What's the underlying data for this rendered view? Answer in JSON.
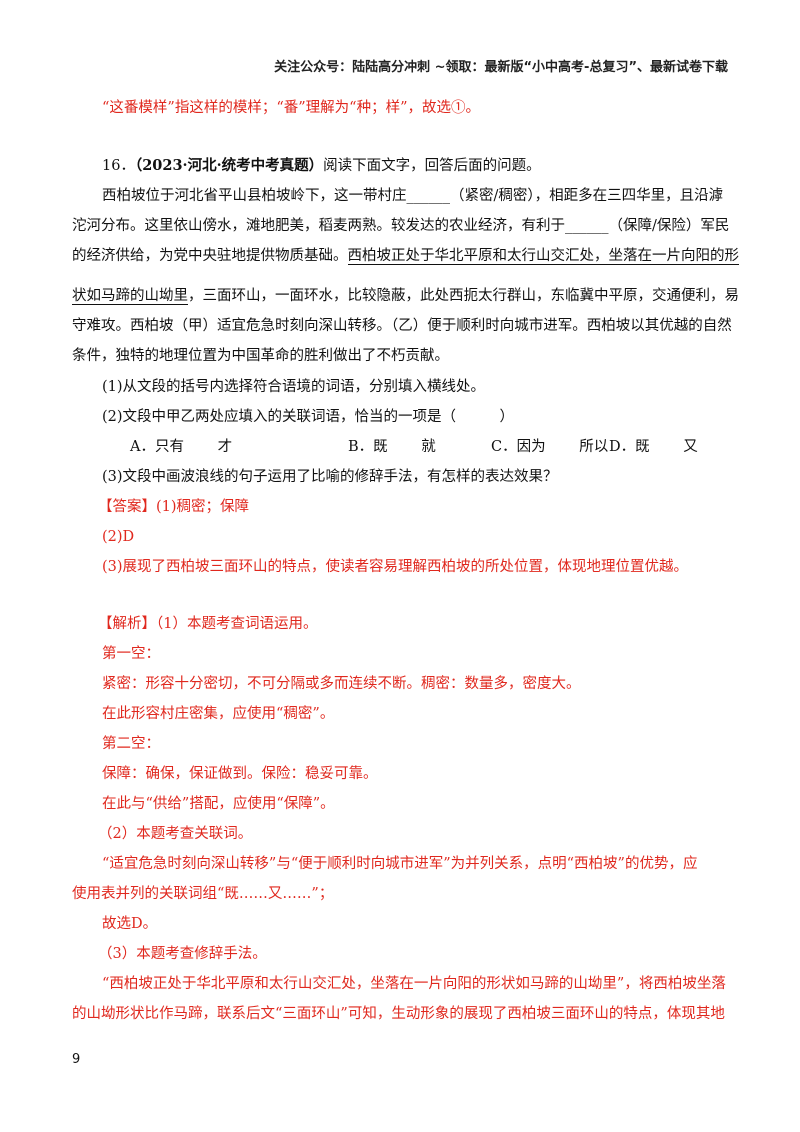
{
  "header": "关注公众号：陆陆高分冲刺 ~领取：最新版“小中高考-总复习”、最新试卷下载",
  "prev_answer": "“这番模样”指这样的模样；“番”理解为“种；样”，故选①。",
  "question": {
    "number": "16．",
    "source": "（2023·河北·统考中考真题）",
    "intro": "阅读下面文字，回答后面的问题。",
    "passage": [
      "西柏坡位于河北省平山县柏坡岭下，这一带村庄______（紧密/稠密），相距多在三四华里，且沿滹",
      "沱河分布。这里依山傍水，滩地肥美，稻麦两熟。较发达的农业经济，有利于______（保障/保险）军民",
      "的经济供给，为党中央驻地提供物质基础。",
      "西柏坡正处于华北平原和太行山交汇处，坐落在一片向阳的形",
      "状如马蹄的山坳里",
      "，三面环山，一面环水，比较隐蔽，此处西扼太行群山，东临冀中平原，交通便利，易",
      "守难攻。西柏坡（甲）适宜危急时刻向深山转移。（乙）便于顺利时向城市进军。西柏坡以其优越的自然",
      "条件，独特的地理位置为中国革命的胜利做出了不朽贡献。"
    ],
    "q1": "(1)从文段的括号内选择符合语境的词语，分别填入横线处。",
    "q2": "(2)文段中甲乙两处应填入的关联词语，恰当的一项是（　　　）",
    "options": [
      "A．只有　　 才",
      "B．既　　 就",
      "C．因为　　 所以",
      "D．既　　 又"
    ],
    "q3": "(3)文段中画波浪线的句子运用了比喻的修辞手法，有怎样的表达效果？"
  },
  "answer": {
    "label": "【答案】",
    "a1": "(1)稠密；保障",
    "a2": "(2)D",
    "a3": "(3)展现了西柏坡三面环山的特点，使读者容易理解西柏坡的所处位置，体现地理位置优越。"
  },
  "analysis": {
    "label": "【解析】",
    "lines": [
      "（1）本题考查词语运用。",
      "第一空：",
      "紧密：形容十分密切，不可分隔或多而连续不断。稠密：数量多，密度大。",
      "在此形容村庄密集，应使用“稠密”。",
      "第二空：",
      "保障：确保，保证做到。保险：稳妥可靠。",
      "在此与“供给”搭配，应使用“保障”。",
      "（2）本题考查关联词。",
      "“适宜危急时刻向深山转移”与“便于顺利时向城市进军”为并列关系，点明“西柏坡”的优势，应",
      "使用表并列的关联词组“既……又……”；",
      "故选D。",
      "（3）本题考查修辞手法。",
      "“西柏坡正处于华北平原和太行山交汇处，坐落在一片向阳的形状如马蹄的山坳里”，将西柏坡坐落",
      "的山坳形状比作马蹄，联系后文“三面环山”可知，生动形象的展现了西柏坡三面环山的特点，体现其地"
    ]
  },
  "page_number": "9"
}
